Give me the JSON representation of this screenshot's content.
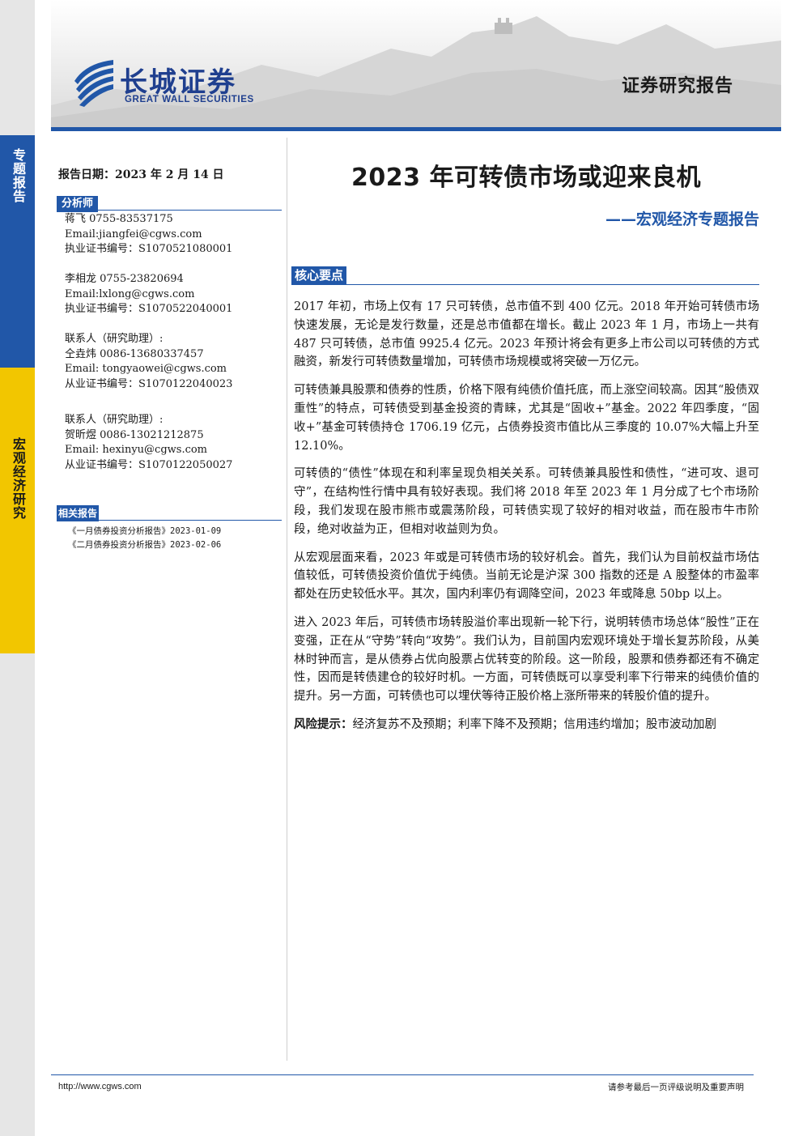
{
  "header": {
    "logo_cn": "长城证券",
    "logo_en": "GREAT WALL SECURITIES",
    "report_type": "证券研究报告"
  },
  "sidebar": {
    "blue_label": "专题报告",
    "yellow_label": "宏观经济研究"
  },
  "left": {
    "report_date": "报告日期：2023 年 2 月 14 日",
    "analyst_head": "分析师",
    "contacts": [
      {
        "line1": "蒋飞 0755-83537175",
        "line2": "Email:jiangfei@cgws.com",
        "line3": "执业证书编号：S1070521080001"
      },
      {
        "line1": "李相龙 0755-23820694",
        "line2": "Email:lxlong@cgws.com",
        "line3": "执业证书编号：S1070522040001"
      },
      {
        "line0": "联系人（研究助理）:",
        "line1": "仝垚炜 0086-13680337457",
        "line2": "Email: tongyaowei@cgws.com",
        "line3": "从业证书编号：S1070122040023"
      },
      {
        "line0": "联系人（研究助理）:",
        "line1": "贺昕煜 0086-13021212875",
        "line2": "Email: hexinyu@cgws.com",
        "line3": "从业证书编号：S1070122050027"
      }
    ],
    "related_head": "相关报告",
    "related": [
      "《一月债券投资分析报告》2023-01-09",
      "《二月债券投资分析报告》2023-02-06"
    ]
  },
  "main": {
    "title": "2023 年可转债市场或迎来良机",
    "subtitle": "——宏观经济专题报告",
    "core_head": "核心要点",
    "paragraphs": [
      "2017 年初，市场上仅有 17 只可转债，总市值不到 400 亿元。2018 年开始可转债市场快速发展，无论是发行数量，还是总市值都在增长。截止 2023 年 1 月，市场上一共有 487 只可转债，总市值 9925.4 亿元。2023 年预计将会有更多上市公司以可转债的方式融资，新发行可转债数量增加，可转债市场规模或将突破一万亿元。",
      "可转债兼具股票和债券的性质，价格下限有纯债价值托底，而上涨空间较高。因其“股债双重性”的特点，可转债受到基金投资的青睐，尤其是“固收+”基金。2022 年四季度，“固收+”基金可转债持仓 1706.19 亿元，占债券投资市值比从三季度的 10.07%大幅上升至 12.10%。",
      "可转债的“债性”体现在和利率呈现负相关关系。可转债兼具股性和债性，“进可攻、退可守”，在结构性行情中具有较好表现。我们将 2018 年至 2023 年 1 月分成了七个市场阶段，我们发现在股市熊市或震荡阶段，可转债实现了较好的相对收益，而在股市牛市阶段，绝对收益为正，但相对收益则为负。",
      "从宏观层面来看，2023 年或是可转债市场的较好机会。首先，我们认为目前权益市场估值较低，可转债投资价值优于纯债。当前无论是沪深 300 指数的还是 A 股整体的市盈率都处在历史较低水平。其次，国内利率仍有调降空间，2023 年或降息 50bp 以上。",
      "进入 2023 年后，可转债市场转股溢价率出现新一轮下行，说明转债市场总体“股性”正在变强，正在从“守势”转向“攻势”。我们认为，目前国内宏观环境处于增长复苏阶段，从美林时钟而言，是从债券占优向股票占优转变的阶段。这一阶段，股票和债券都还有不确定性，因而是转债建仓的较好时机。一方面，可转债既可以享受利率下行带来的纯债价值的提升。另一方面，可转债也可以埋伏等待正股价格上涨所带来的转股价值的提升。"
    ],
    "risk_label": "风险提示：",
    "risk_text": "经济复苏不及预期；利率下降不及预期；信用违约增加；股市波动加剧"
  },
  "footer": {
    "url": "http://www.cgws.com",
    "note": "请参考最后一页评级说明及重要声明"
  }
}
